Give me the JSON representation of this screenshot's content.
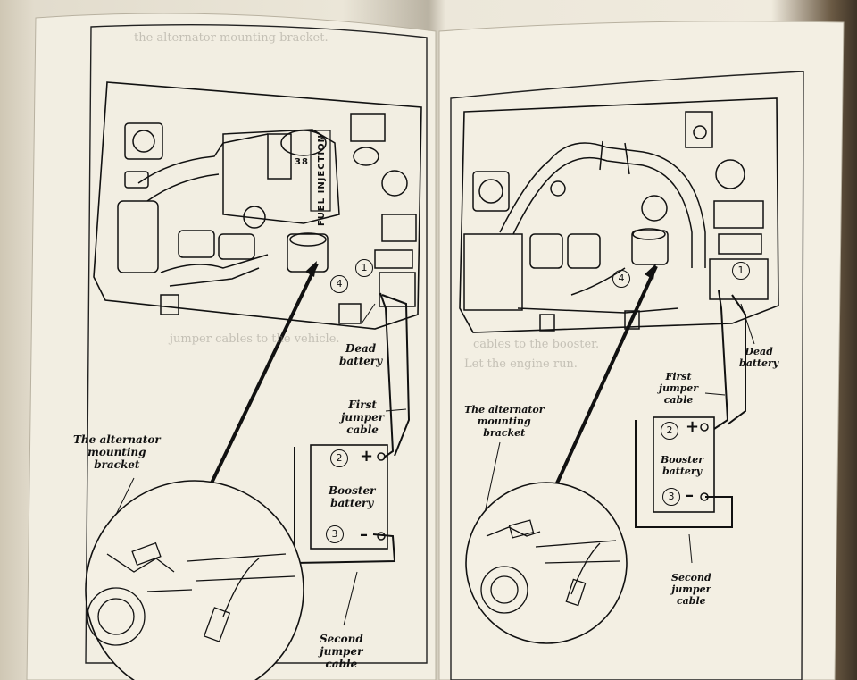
{
  "left_page": {
    "bleed_text": [
      "the alternator mounting bracket.",
      "jumper cables to the vehicle."
    ],
    "engine_label": "FUEL INJECTION",
    "engine_badge": "38",
    "markers": {
      "one": "1",
      "four": "4",
      "two": "2",
      "three": "3"
    },
    "labels": {
      "dead_battery": "Dead\nbattery",
      "first_jumper_cable": "First\njumper\ncable",
      "alternator_bracket": "The alternator\nmounting\nbracket",
      "booster_battery": "Booster\nbattery",
      "second_jumper_cable": "Second\njumper\ncable"
    },
    "terminal_plus": "+",
    "terminal_minus": "–"
  },
  "right_page": {
    "bleed_text": [
      "cables to the booster.",
      "Let the engine run."
    ],
    "markers": {
      "one": "1",
      "four": "4",
      "two": "2",
      "three": "3"
    },
    "labels": {
      "dead_battery": "Dead\nbattery",
      "first_jumper_cable": "First\njumper\ncable",
      "alternator_bracket": "The alternator\nmounting\nbracket",
      "booster_battery": "Booster\nbattery",
      "second_jumper_cable": "Second\njumper\ncable"
    },
    "terminal_plus": "+",
    "terminal_minus": "–"
  }
}
